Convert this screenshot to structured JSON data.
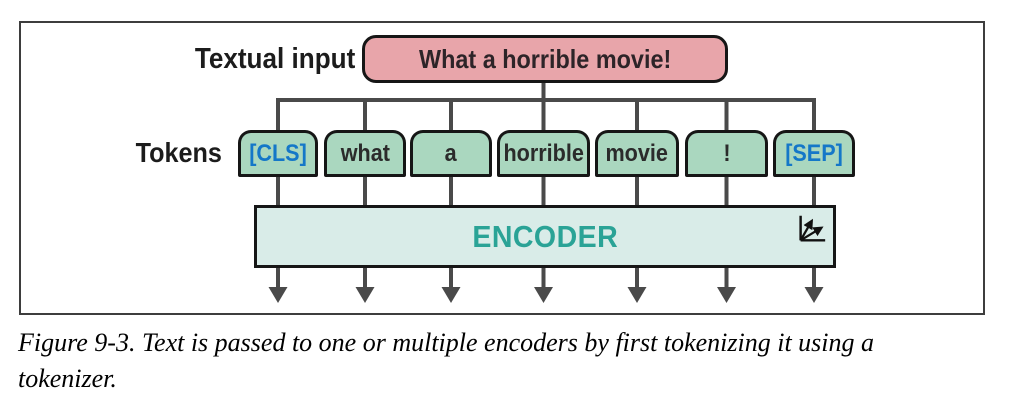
{
  "diagram": {
    "input_label": "Textual input",
    "input_text": "What a horrible movie!",
    "tokens_label": "Tokens",
    "encoder_label": "ENCODER",
    "tokens": [
      {
        "text": "[CLS]",
        "special": true
      },
      {
        "text": "what",
        "special": false
      },
      {
        "text": "a",
        "special": false
      },
      {
        "text": "horrible",
        "special": false
      },
      {
        "text": "movie",
        "special": false
      },
      {
        "text": "!",
        "special": false
      },
      {
        "text": "[SEP]",
        "special": true
      }
    ],
    "colors": {
      "input_fill": "#e8a5aa",
      "token_fill": "#aad7bf",
      "encoder_fill": "#d9ece8",
      "encoder_text": "#2aa396",
      "special_token_text": "#1477c8",
      "connector": "#4a4a4a"
    }
  },
  "caption": {
    "line1": "Figure 9-3. Text is passed to one or multiple encoders by first tokenizing it using a",
    "line2": "tokenizer."
  }
}
